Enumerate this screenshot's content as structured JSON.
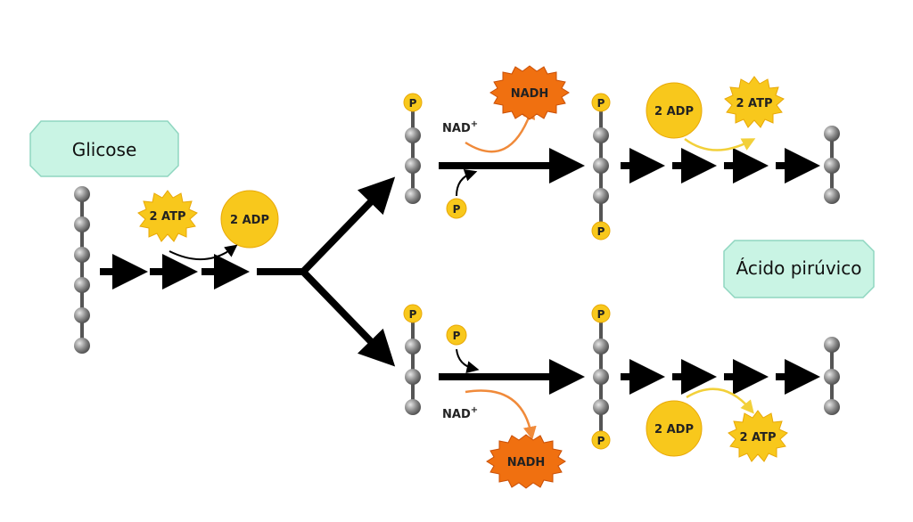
{
  "labels": {
    "glucose": "Glicose",
    "pyruvate": "Ácido pirúvico",
    "atp_in": "2 ATP",
    "adp_in": "2 ADP",
    "nadh": "NADH",
    "nad": "NAD",
    "nad_sup": "+",
    "phosphate": "P",
    "adp_out": "2 ADP",
    "atp_out": "2 ATP"
  },
  "colors": {
    "label_box": "#c9f4e4",
    "label_box_stroke": "#8fd6c0",
    "atp_yellow": "#f8c81c",
    "nadh_orange": "#f07010",
    "orange_arrow": "#f08a3a",
    "yellow_arrow": "#f2d03a",
    "arrow_black": "#000000",
    "bead_gray": "#8a8a8a"
  }
}
